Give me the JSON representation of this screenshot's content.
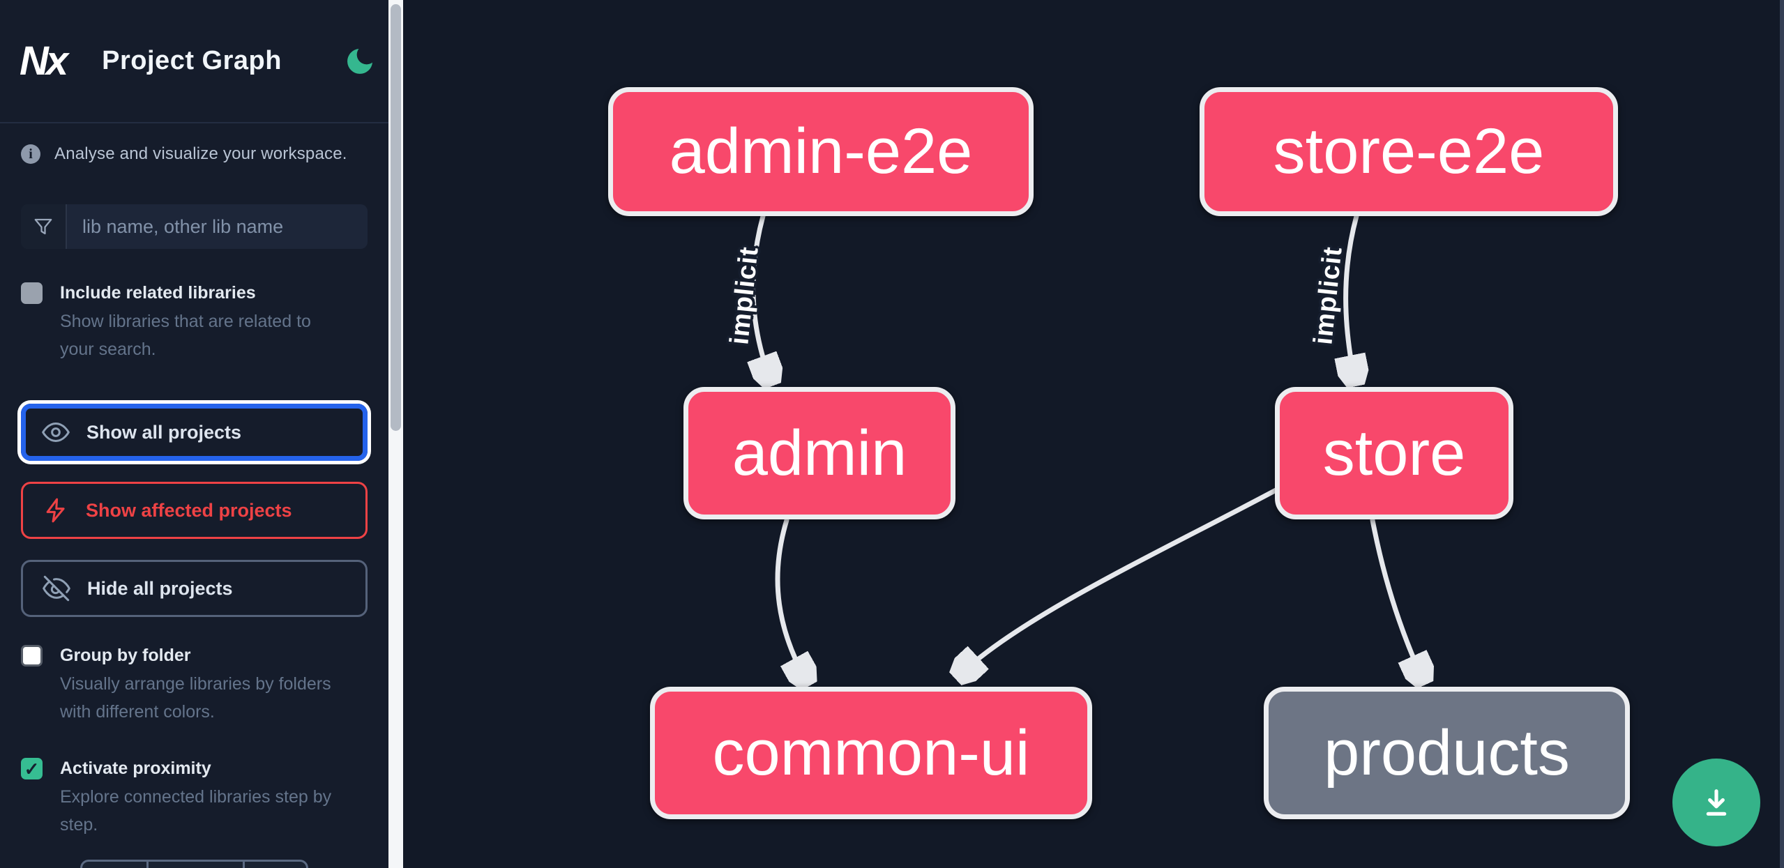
{
  "app": {
    "logo_text": "Nx",
    "title": "Project Graph"
  },
  "icons": {
    "info_glyph": "i",
    "check_glyph": "✓"
  },
  "colors": {
    "background": "#121927",
    "sidebar": "#151c2b",
    "node_pink": "#f8486b",
    "node_gray": "#6d7585",
    "edge": "#e6e8ec",
    "focus_blue": "#2563eb",
    "affected_red": "#ee4245",
    "accent_green": "#35b389"
  },
  "sidebar": {
    "tagline": "Analyse and visualize your workspace.",
    "search": {
      "placeholder": "lib name, other lib name",
      "value": ""
    },
    "include_related": {
      "label": "Include related libraries",
      "description": "Show libraries that are related to your search.",
      "checked": false
    },
    "buttons": [
      {
        "label": "Show all projects",
        "icon": "eye-icon",
        "state": "focused"
      },
      {
        "label": "Show affected projects",
        "icon": "bolt-icon",
        "state": "affected"
      },
      {
        "label": "Hide all projects",
        "icon": "eye-off-icon",
        "state": "default"
      }
    ],
    "group_by_folder": {
      "label": "Group by folder",
      "description": "Visually arrange libraries by folders with different colors.",
      "checked": false
    },
    "activate_proximity": {
      "label": "Activate proximity",
      "description": "Explore connected libraries step by step.",
      "checked": true
    }
  },
  "graph": {
    "nodes": [
      {
        "id": "admin-e2e",
        "label": "admin-e2e",
        "color": "pink"
      },
      {
        "id": "store-e2e",
        "label": "store-e2e",
        "color": "pink"
      },
      {
        "id": "admin",
        "label": "admin",
        "color": "pink"
      },
      {
        "id": "store",
        "label": "store",
        "color": "pink"
      },
      {
        "id": "common-ui",
        "label": "common-ui",
        "color": "pink"
      },
      {
        "id": "products",
        "label": "products",
        "color": "gray"
      }
    ],
    "edges": [
      {
        "source": "admin-e2e",
        "target": "admin",
        "label": "implicit"
      },
      {
        "source": "store-e2e",
        "target": "store",
        "label": "implicit"
      },
      {
        "source": "admin",
        "target": "common-ui",
        "label": ""
      },
      {
        "source": "store",
        "target": "common-ui",
        "label": ""
      },
      {
        "source": "store",
        "target": "products",
        "label": ""
      }
    ]
  }
}
